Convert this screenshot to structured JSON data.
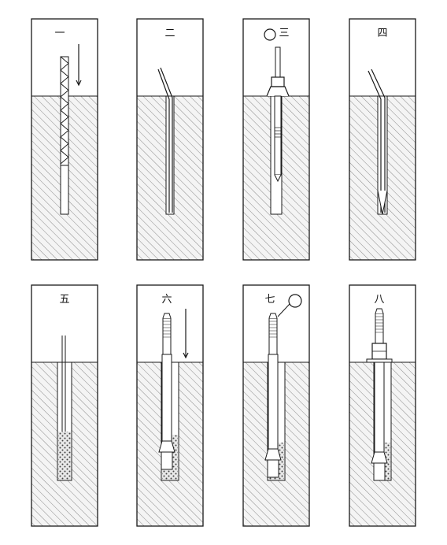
{
  "colors": {
    "line": "#1a1a1a",
    "hatch": "#8a8a8a",
    "ground_fill": "#f4f4f4",
    "bore_fill": "#ffffff",
    "mortar_fill": "#e2e2e2"
  },
  "steps": [
    {
      "label": "一",
      "action": "drill-with-arrow"
    },
    {
      "label": "二",
      "action": "blow-tube"
    },
    {
      "label": "三",
      "action": "brush-with-handle"
    },
    {
      "label": "四",
      "action": "blow-tube-deep"
    },
    {
      "label": "五",
      "action": "inject-mortar"
    },
    {
      "label": "六",
      "action": "insert-anchor"
    },
    {
      "label": "七",
      "action": "anchor-set"
    },
    {
      "label": "八",
      "action": "tighten-nut"
    }
  ]
}
